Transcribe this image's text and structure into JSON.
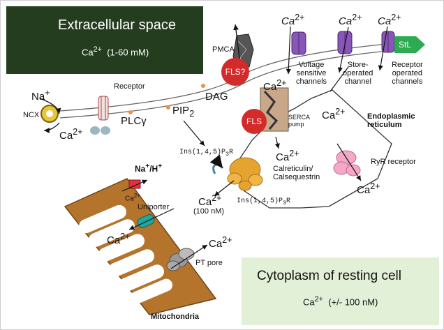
{
  "extracellular": {
    "title": "Extracellular space",
    "ion": "Ca",
    "charge": "2+",
    "conc": "(1-60 mM)"
  },
  "cytoplasm": {
    "title": "Cytoplasm of resting cell",
    "ion": "Ca",
    "charge": "2+",
    "conc": "(+/- 100 nM)"
  },
  "labels": {
    "na": "Na",
    "na_charge": "+",
    "ncx": "NCX",
    "ca": "Ca",
    "ca_charge": "2+",
    "receptor": "Receptor",
    "plc": "PLC",
    "gamma": "γ",
    "pip": "PIP",
    "pip_sub": "2",
    "dag": "DAG",
    "pmca": "PMCA",
    "fls_q": "FLS?",
    "fls": "FLS",
    "stl": "StL",
    "voltage": [
      "Voltage",
      "sensitive",
      "channels"
    ],
    "store": [
      "Store-",
      "operated",
      "channel"
    ],
    "receptor_op": [
      "Receptor",
      "operated",
      "channels"
    ],
    "serca": [
      "SERCA",
      "pump"
    ],
    "er": [
      "Endoplasmic",
      "reticulum"
    ],
    "ip3r": "Ins(1,4,5)P",
    "ip3r_sub": "3",
    "ip3r_r": "R",
    "calret": [
      "Calreticulin/",
      "Calsequestrin"
    ],
    "ryr": "RyR receptor",
    "nh": "Na",
    "nh_plus": "+",
    "nh_h": "/H",
    "uniporter": "Uniporter",
    "conc_100": "(100 nM)",
    "pt": "PT pore",
    "mito": "Mitochondria"
  },
  "colors": {
    "extra_bg": "#253d1f",
    "cyto_bg": "#e3f0d8",
    "mito": "#b5742c",
    "fls": "#d32a2a",
    "stl": "#2eaa52",
    "channel": "#8a55b8"
  }
}
